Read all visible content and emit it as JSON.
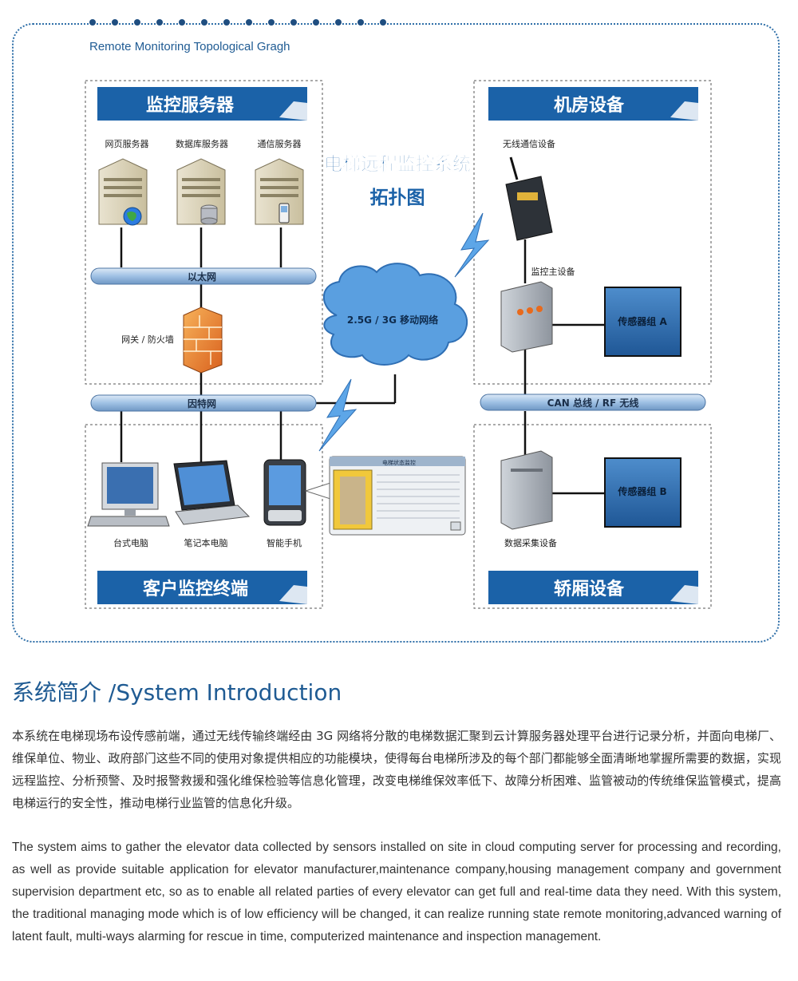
{
  "frame": {
    "title": "Remote Monitoring Topological Gragh"
  },
  "diagram": {
    "title_line1": "电梯远程监控系统",
    "title_line2": "拓扑图",
    "panels": {
      "server_header": "监控服务器",
      "room_header": "机房设备",
      "client_header": "客户监控终端",
      "car_header": "轿厢设备"
    },
    "labels": {
      "web_server": "网页服务器",
      "db_server": "数据库服务器",
      "comm_server": "通信服务器",
      "wireless_device": "无线通信设备",
      "ethernet": "以太网",
      "gateway": "网关 / 防火墙",
      "internet": "因特网",
      "mobile_network": "2.5G / 3G 移动网络",
      "monitor_host": "监控主设备",
      "sensor_a": "传感器组 A",
      "sensor_b": "传感器组 B",
      "can_bus": "CAN 总线 / RF 无线",
      "desktop": "台式电脑",
      "laptop": "笔记本电脑",
      "smartphone": "智能手机",
      "data_collector": "数据采集设备",
      "screen_title": "电梯状态监控"
    }
  },
  "intro": {
    "heading": "系统简介 /System Introduction",
    "paragraph_cn": "本系统在电梯现场布设传感前端，通过无线传输终端经由 3G 网络将分散的电梯数据汇聚到云计算服务器处理平台进行记录分析，并面向电梯厂、维保单位、物业、政府部门这些不同的使用对象提供相应的功能模块，使得每台电梯所涉及的每个部门都能够全面清晰地掌握所需要的数据，实现远程监控、分析预警、及时报警救援和强化维保检验等信息化管理，改变电梯维保效率低下、故障分析困难、监管被动的传统维保监管模式，提高电梯运行的安全性，推动电梯行业监管的信息化升级。",
    "paragraph_en": "The system aims to gather the elevator data collected by sensors installed on site in cloud computing server for processing and recording, as well as provide suitable application for elevator manufacturer,maintenance company,housing management company and government supervision department etc, so as to enable all related parties of every elevator can get full and real-time data they need. With this system, the traditional managing mode which is of low efficiency will be changed, it can realize running state remote monitoring,advanced warning of latent fault, multi-ways alarming for rescue in time, computerized maintenance and inspection management."
  },
  "colors": {
    "accent": "#1f5b93",
    "header_bar": "#1b62a8",
    "sensor_box": "#2a6fb4",
    "cloud": "#5a9fe0",
    "bolt": "#5da6e8"
  }
}
